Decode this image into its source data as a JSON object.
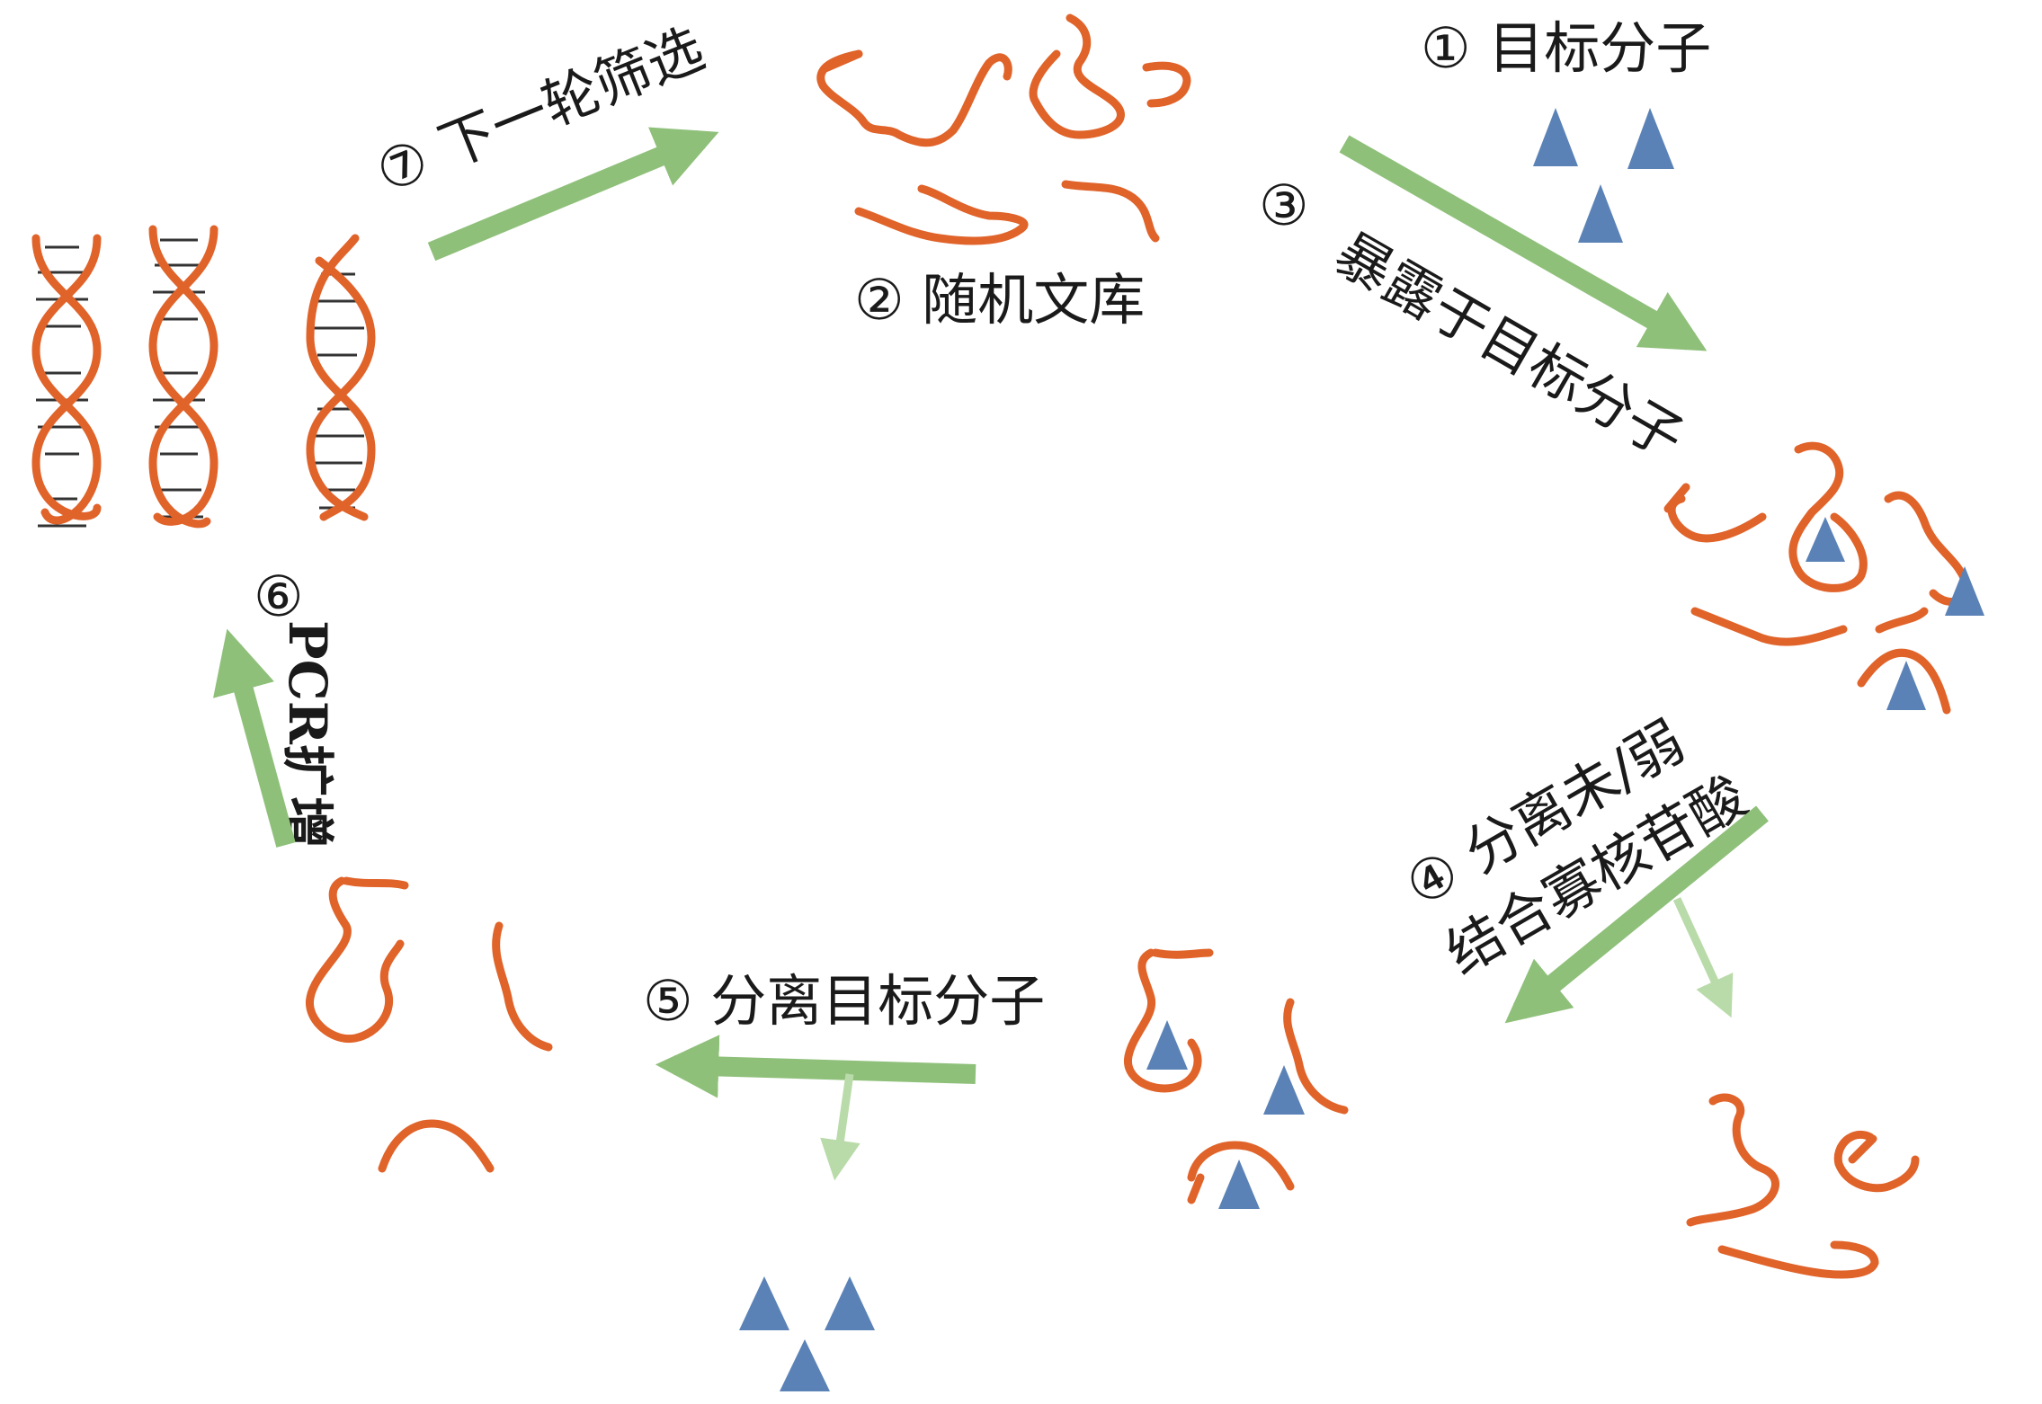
{
  "labels": {
    "step1": "① 目标分子",
    "step2": "② 随机文库",
    "step3_num": "③",
    "step3": "暴露于目标分子",
    "step4_line1": "④ 分离未/弱",
    "step4_line2": "结合寡核苷酸",
    "step5": "⑤ 分离目标分子",
    "step6_num": "⑥",
    "step6": "PCR扩增",
    "step7": "⑦ 下一轮筛选"
  },
  "colors": {
    "oligo": "#e0632a",
    "target": "#5b82b6",
    "arrow": "#8fc07a",
    "arrow_light": "#b9dba9",
    "rung": "#333333"
  }
}
